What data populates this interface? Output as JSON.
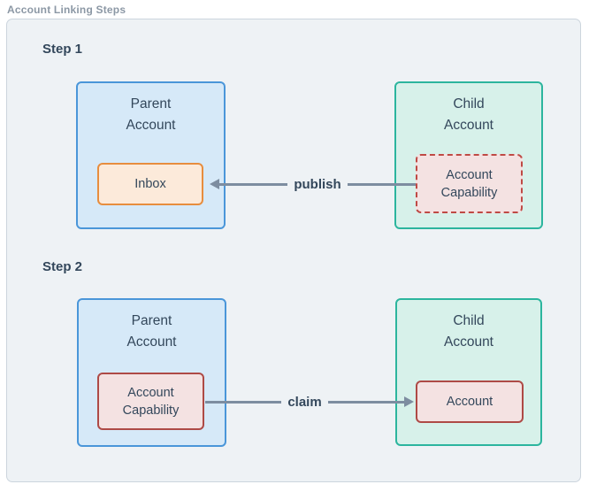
{
  "title": "Account Linking Steps",
  "steps": [
    {
      "label": "Step 1",
      "parent": {
        "title": "Parent Account",
        "node": "Inbox"
      },
      "child": {
        "title": "Child Account",
        "node": "Account Capability"
      },
      "edge": {
        "label": "publish",
        "direction": "child-to-parent"
      }
    },
    {
      "label": "Step 2",
      "parent": {
        "title": "Parent Account",
        "node": "Account Capability"
      },
      "child": {
        "title": "Child Account",
        "node": "Account"
      },
      "edge": {
        "label": "claim",
        "direction": "parent-to-child"
      }
    }
  ],
  "colors": {
    "container_bg": "#eef2f5",
    "container_border": "#ccd5dd",
    "title_text": "#8c98a5",
    "dark_text": "#33475b",
    "parent_fill": "#d6e9f8",
    "parent_border": "#4a96d9",
    "child_fill": "#d7f1ea",
    "child_border": "#2cb59e",
    "inbox_fill": "#fceada",
    "inbox_border": "#e78d3e",
    "capability_fill": "#f4e2e2",
    "capability_border": "#ae4a46",
    "capability_border_dashed": "#bf4a45",
    "arrow": "#7d8da0"
  }
}
